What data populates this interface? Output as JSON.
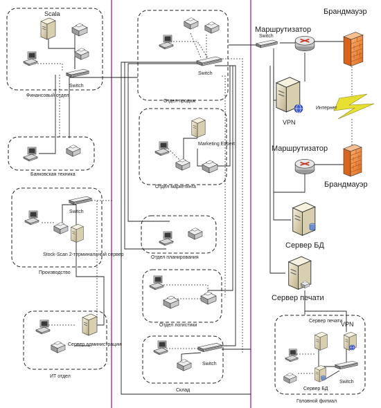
{
  "labels": {
    "scala": "Scala",
    "fin_dept": "Финансовый отдел",
    "fin_switch": "Switch",
    "bank_tech": "Банковская техника",
    "sw_prod": "Switch",
    "stock_server": "Stock-Scan 2-терминальный сервер",
    "production": "Производство",
    "it_server": "Сервер администрации",
    "it_dept": "ИТ отдел",
    "sales_dept": "Отдел продаж",
    "main_switch": "Switch",
    "marketing_server": "Marketing Expert",
    "marketing_dept": "Отдел маркетинга",
    "planning_dept": "Отдел планирования",
    "logistics_dept": "Отдел логистики",
    "warehouse_switch": "Switch",
    "warehouse": "Склад",
    "router_top": "Маршрутизатор",
    "firewall_top": "Брандмауэр",
    "switch_top": "Switch",
    "vpn": "VPN",
    "internet": "Интернет",
    "router_mid": "Маршрутизатор",
    "firewall_mid": "Брандмауэр",
    "db_server": "Сервер БД",
    "print_server": "Сервер печати",
    "branch_print": "Сервер печати",
    "branch_vpn": "VPN",
    "branch_db": "Сервер БД",
    "branch_switch": "Switch",
    "branch": "Головной филиал"
  },
  "colors": {
    "divider": "#b04a9a",
    "firewall": "#f08a30",
    "router": "#c0392b",
    "lightning": "#e8e030"
  }
}
